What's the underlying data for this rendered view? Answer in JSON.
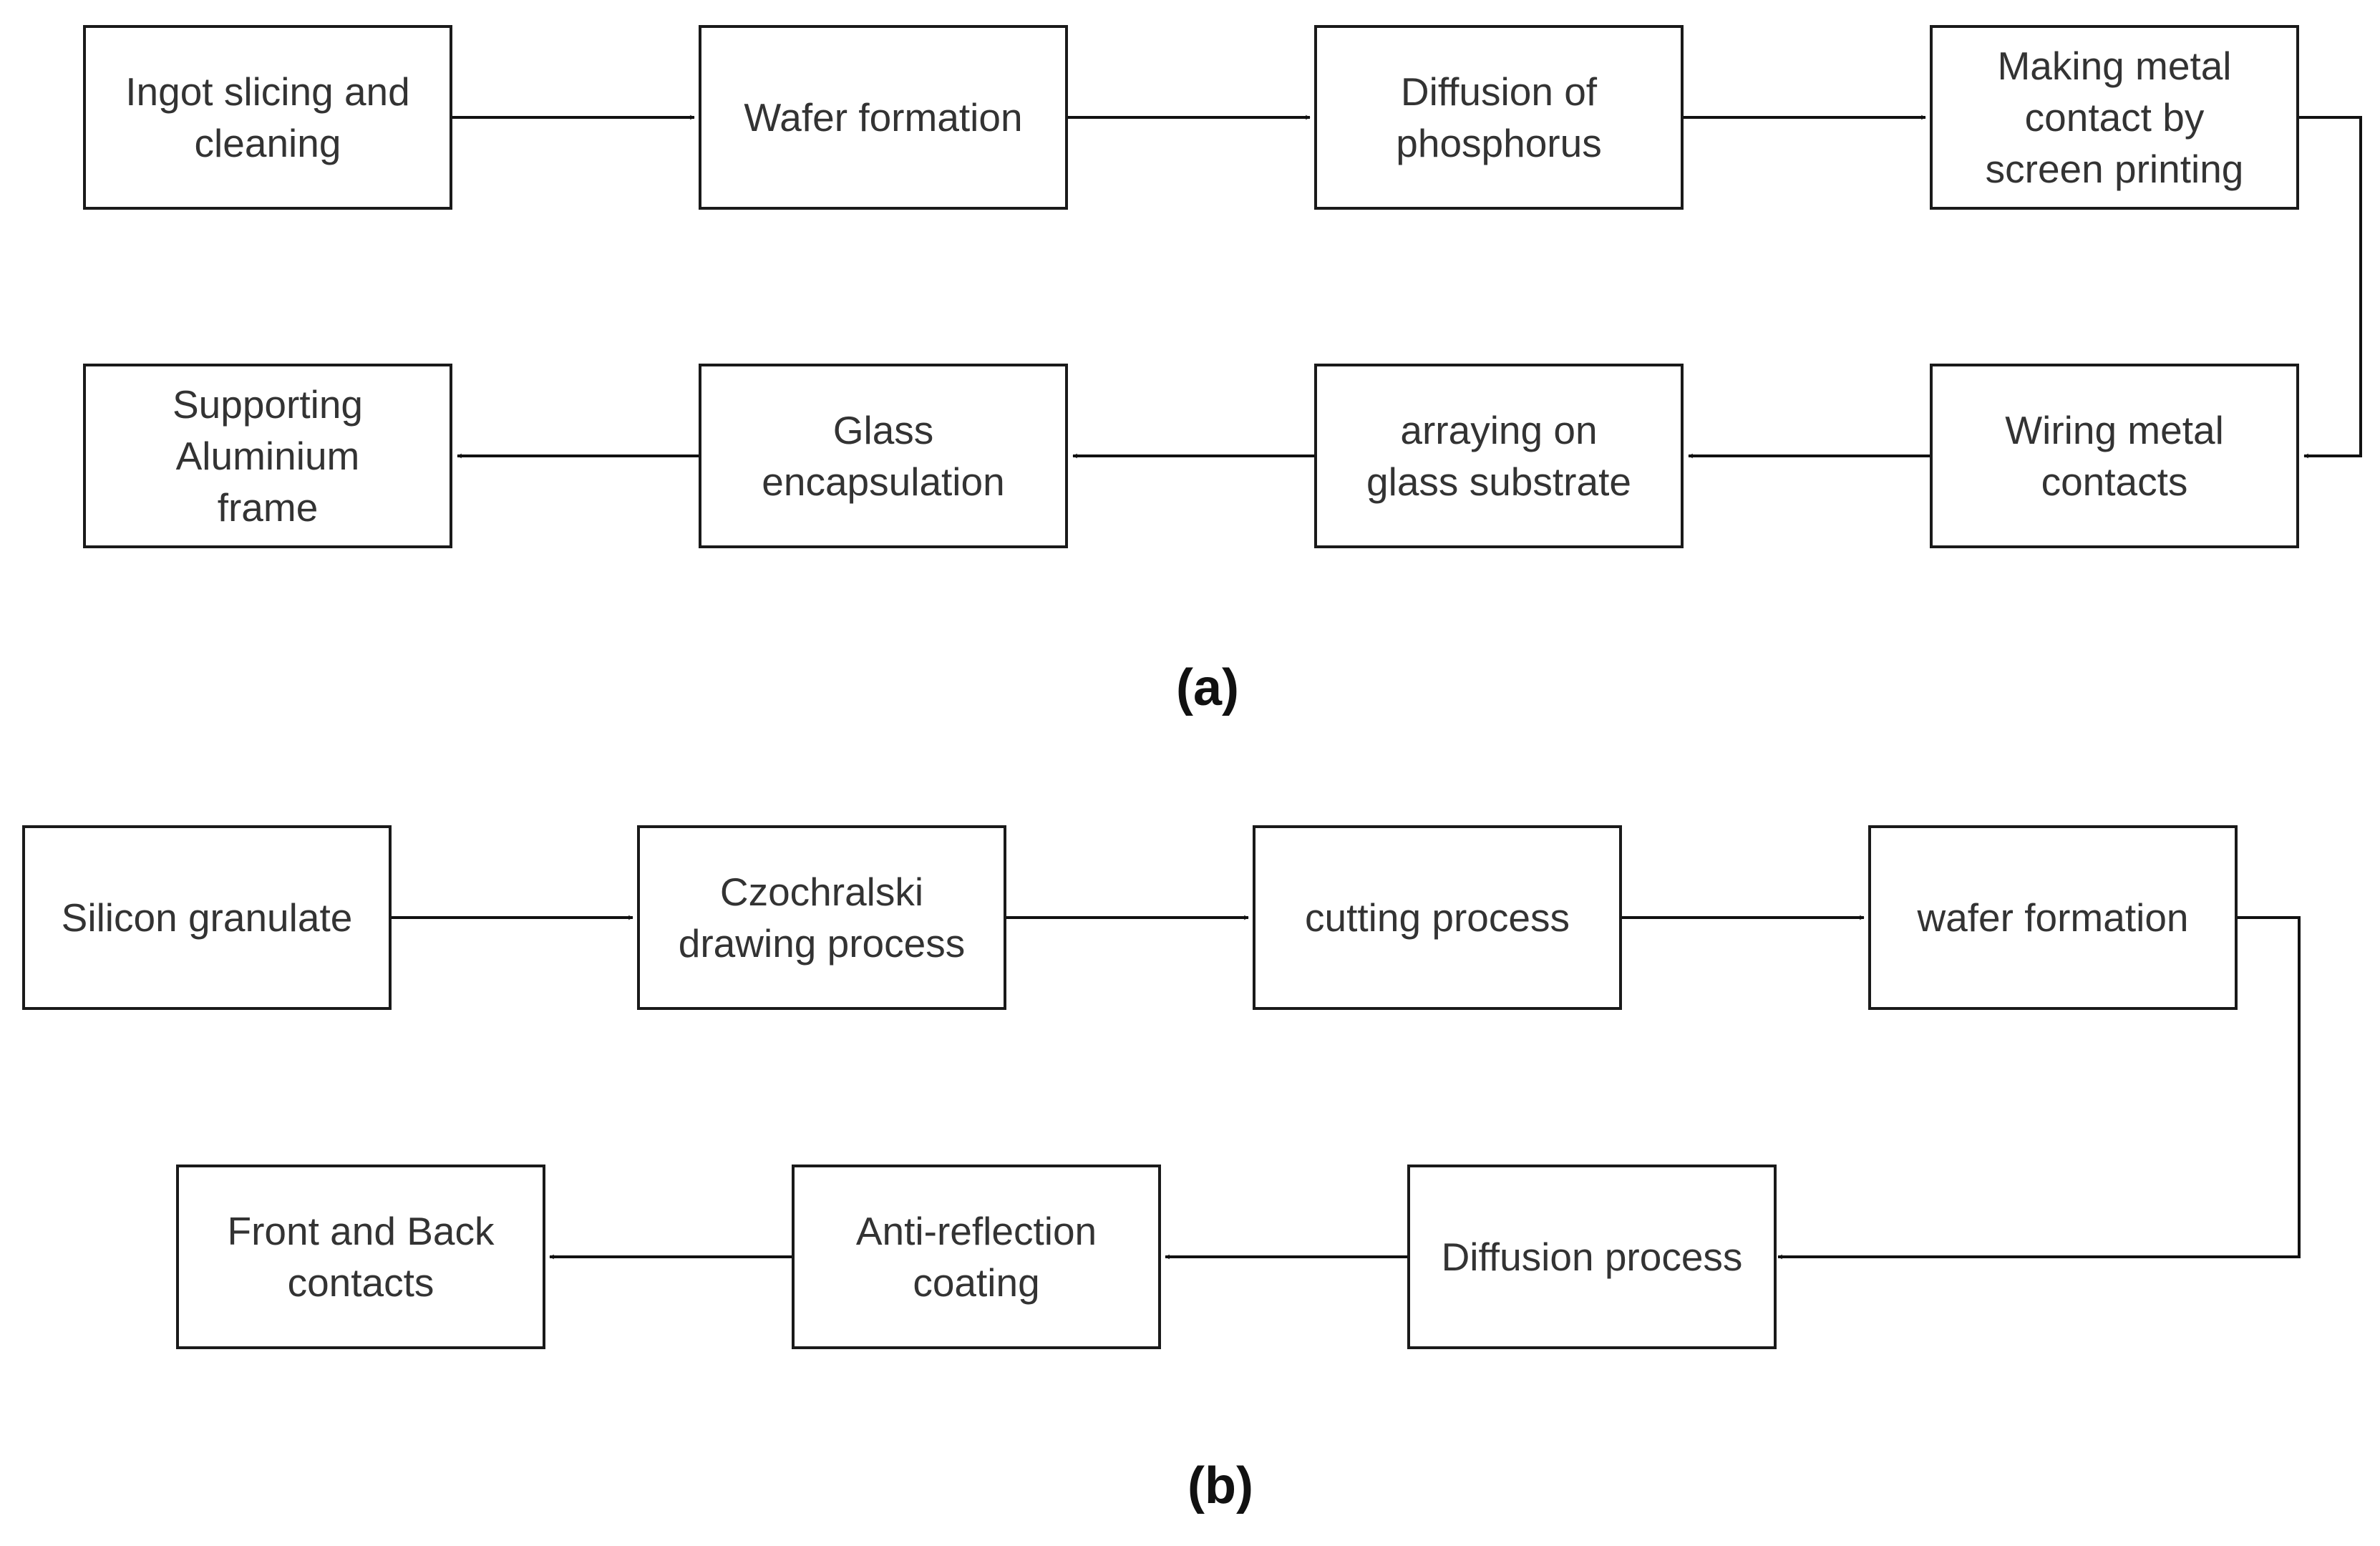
{
  "panel_a": {
    "label": "(a)",
    "steps": [
      "Ingot slicing and\ncleaning",
      "Wafer formation",
      "Diffusion of\nphosphorus",
      "Making metal\ncontact by\nscreen printing",
      "Wiring metal\ncontacts",
      "arraying on\nglass substrate",
      "Glass\nencapsulation",
      "Supporting\nAluminium\nframe"
    ]
  },
  "panel_b": {
    "label": "(b)",
    "steps": [
      "Silicon granulate",
      "Czochralski\ndrawing process",
      "cutting process",
      "wafer formation",
      "Diffusion process",
      "Anti-reflection\ncoating",
      "Front and Back\ncontacts"
    ]
  }
}
